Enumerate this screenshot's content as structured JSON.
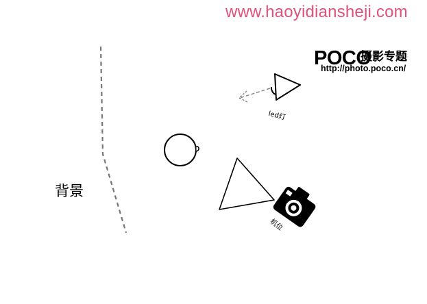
{
  "watermark": "www.haoyidiansheji.com",
  "brand": {
    "name": "POCO",
    "subtitle": "摄影专题",
    "url": "http://photo.poco.cn/"
  },
  "labels": {
    "background": "背景",
    "light": "led灯",
    "camera": "机位"
  },
  "colors": {
    "watermark": "#e0507a",
    "ink": "#000000",
    "dashes": "#777777"
  }
}
